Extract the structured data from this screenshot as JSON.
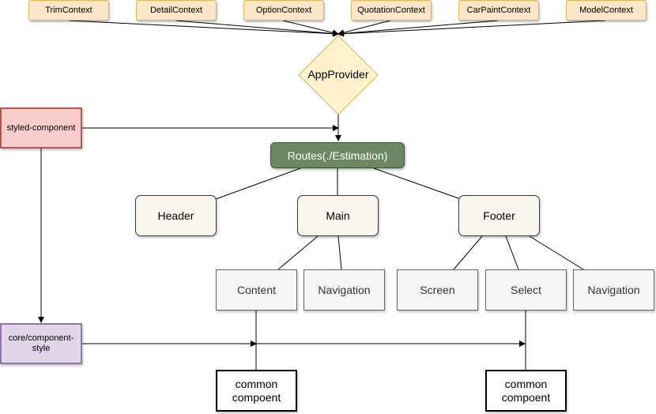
{
  "contexts": [
    "TrimContext",
    "DetailContext",
    "OptionContext",
    "QuotationContext",
    "CarPaintContext",
    "ModelContext"
  ],
  "provider": "AppProvider",
  "routes": "Routes(./Estimation)",
  "layout": {
    "header": "Header",
    "main": "Main",
    "footer": "Footer"
  },
  "main_children": {
    "content": "Content",
    "navigation": "Navigation"
  },
  "footer_children": {
    "screen": "Screen",
    "select": "Select",
    "navigation": "Navigation"
  },
  "styled_component": "styled-component",
  "core_style": "core/component-style",
  "common_left": "common compoent",
  "common_right": "common compoent",
  "colors": {
    "context_fill": "#fce6c8",
    "context_stroke": "#d6b656",
    "routes_fill": "#6d8764",
    "styled_fill": "#f8cecc",
    "styled_stroke": "#b85450",
    "core_fill": "#e1d5e7",
    "core_stroke": "#9673a6"
  }
}
